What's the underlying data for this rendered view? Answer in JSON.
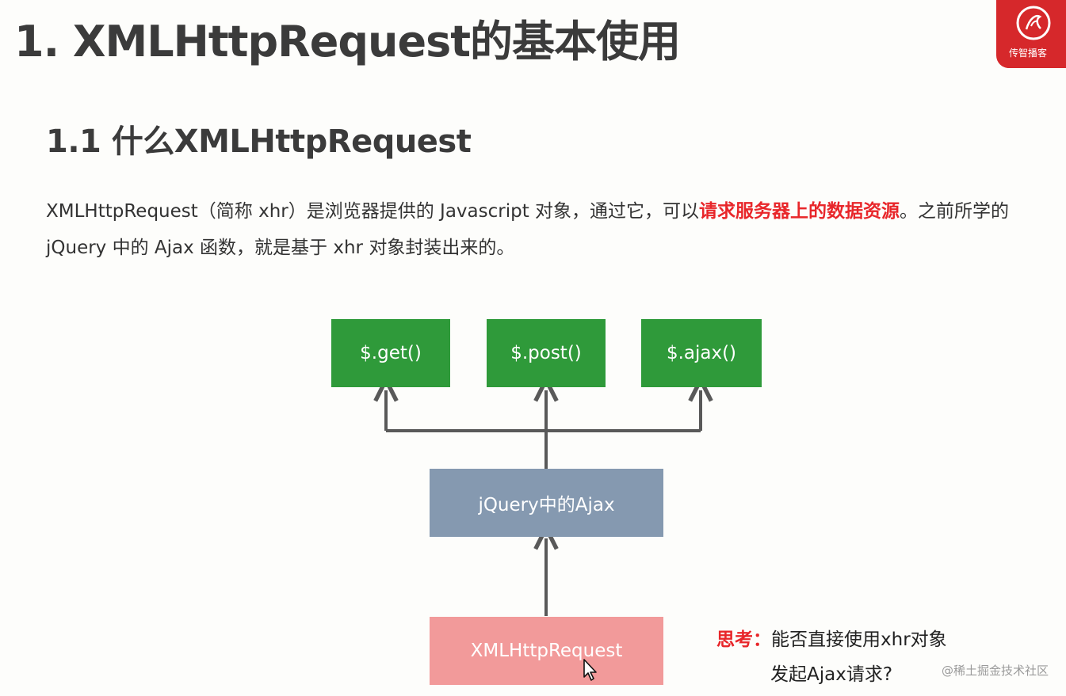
{
  "page": {
    "title": "1. XMLHttpRequest的基本使用",
    "subtitle": "1.1 什么XMLHttpRequest"
  },
  "logo": {
    "text": "传智播客",
    "color": "#d6282b"
  },
  "paragraph": {
    "part1": "XMLHttpRequest（简称 xhr）是浏览器提供的 Javascript 对象，通过它，可以",
    "highlight": "请求服务器上的数据资源",
    "part2": "。之前所学的 jQuery 中的 Ajax 函数，就是基于 xhr 对象封装出来的。"
  },
  "diagram": {
    "methods": [
      "$.get()",
      "$.post()",
      "$.ajax()"
    ],
    "middle": "jQuery中的Ajax",
    "bottom": "XMLHttpRequest",
    "colors": {
      "method_box": "#2f9a3a",
      "middle_box": "#8599b0",
      "bottom_box": "#f29a9a",
      "arrow": "#595959"
    }
  },
  "think": {
    "label": "思考：",
    "line1": "能否直接使用xhr对象",
    "line2": "发起Ajax请求?"
  },
  "watermark": "@稀土掘金技术社区"
}
